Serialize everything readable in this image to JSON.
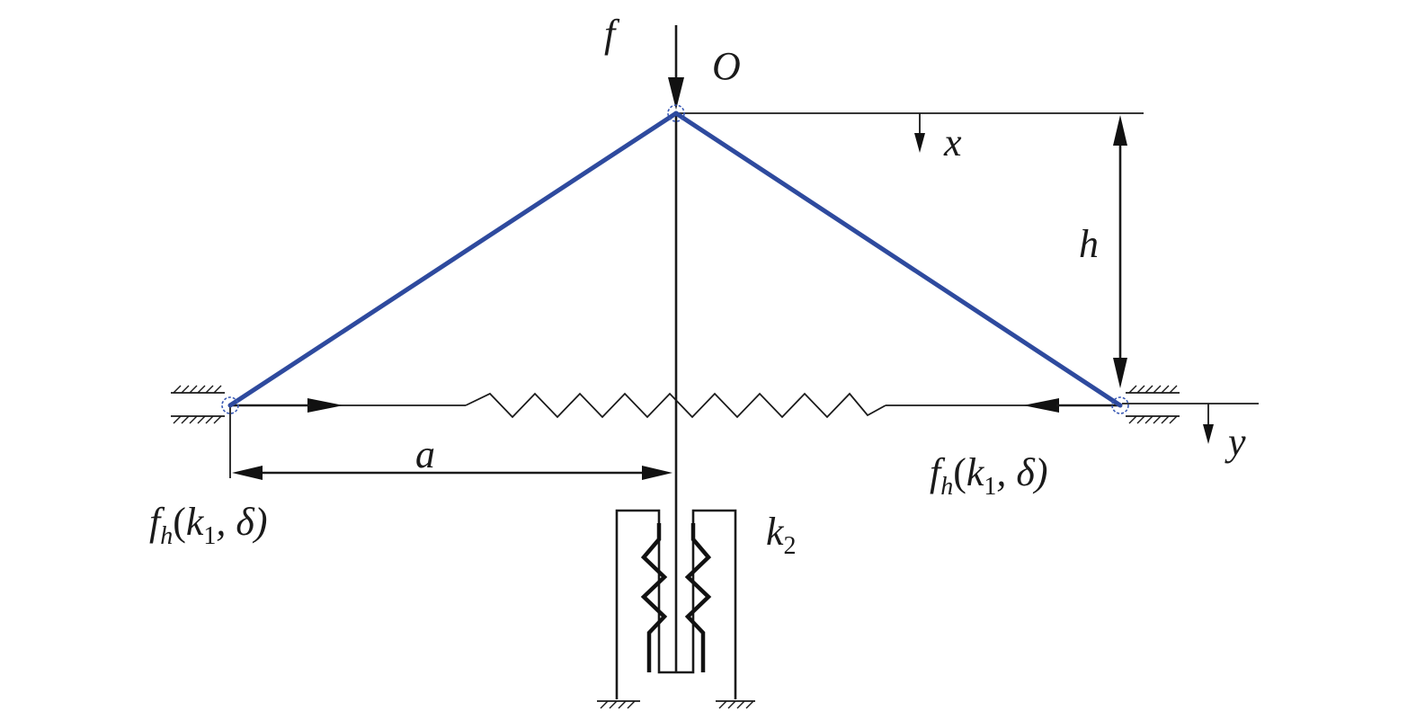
{
  "labels": {
    "force": "f",
    "origin": "O",
    "x_axis": "x",
    "y_axis": "y",
    "height": "h",
    "half_span": "a",
    "spring_vertical": "k",
    "spring_vertical_sub": "2",
    "horizontal_force_left": {
      "f": "f",
      "f_sub": "h",
      "open": "(",
      "k": "k",
      "k_sub": "1",
      "rest": ", δ)"
    },
    "horizontal_force_right": {
      "f": "f",
      "f_sub": "h",
      "open": "(",
      "k": "k",
      "k_sub": "1",
      "rest": ", δ)"
    }
  },
  "colors": {
    "links": "#2e4a9e",
    "lines": "#1a1a1a",
    "hinge": "#3b5bb5"
  }
}
